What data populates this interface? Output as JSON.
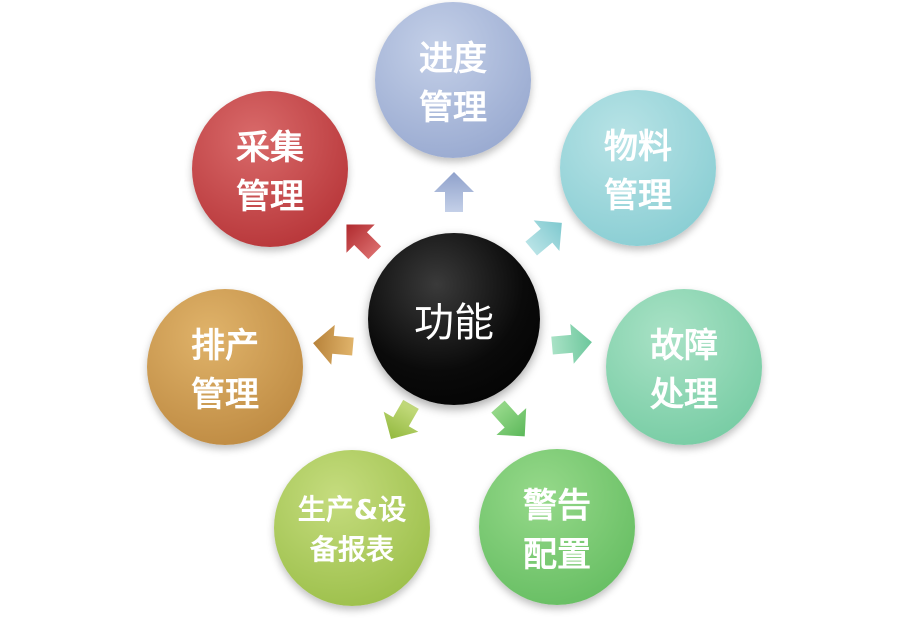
{
  "center": {
    "label": "功能"
  },
  "nodes": [
    {
      "id": "progress",
      "line1": "进度",
      "line2": "管理",
      "color_light": "#c4d0e8",
      "color_dark": "#8fa1cb"
    },
    {
      "id": "material",
      "line1": "物料",
      "line2": "管理",
      "color_light": "#b8e3e6",
      "color_dark": "#7fc9cf"
    },
    {
      "id": "fault",
      "line1": "故障",
      "line2": "处理",
      "color_light": "#a9e2c6",
      "color_dark": "#6cc79c"
    },
    {
      "id": "alarm",
      "line1": "警告",
      "line2": "配置",
      "color_light": "#96d98a",
      "color_dark": "#5cb85a"
    },
    {
      "id": "report",
      "line1": "生产&设",
      "line2": "备报表",
      "color_light": "#c5dc7e",
      "color_dark": "#93b93f"
    },
    {
      "id": "schedule",
      "line1": "排产",
      "line2": "管理",
      "color_light": "#e0b36a",
      "color_dark": "#b7823a"
    },
    {
      "id": "collect",
      "line1": "采集",
      "line2": "管理",
      "color_light": "#d96a6a",
      "color_dark": "#b02a2e"
    }
  ]
}
